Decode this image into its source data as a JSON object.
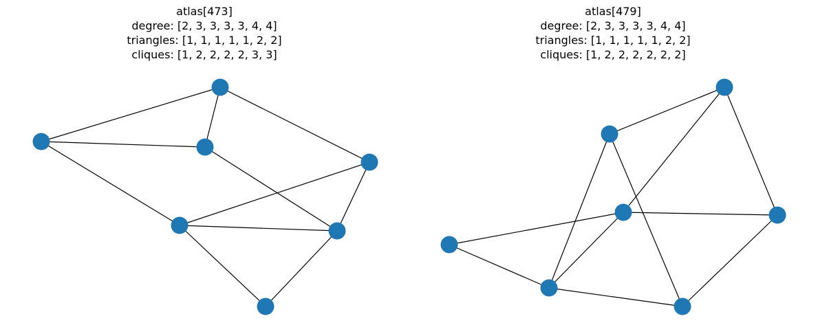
{
  "graphs": [
    {
      "title": "atlas[473]",
      "degree": "degree: [2, 3, 3, 3, 3, 4, 4]",
      "triangles": "triangles: [1, 1, 1, 1, 1, 2, 2]",
      "cliques": "cliques: [1, 2, 2, 2, 2, 3, 3]"
    },
    {
      "title": "atlas[479]",
      "degree": "degree: [2, 3, 3, 3, 3, 4, 4]",
      "triangles": "triangles: [1, 1, 1, 1, 1, 2, 2]",
      "cliques": "cliques: [1, 2, 2, 2, 2, 2, 2]"
    }
  ],
  "node_color": "#1f77b4",
  "edge_color": "#000000"
}
